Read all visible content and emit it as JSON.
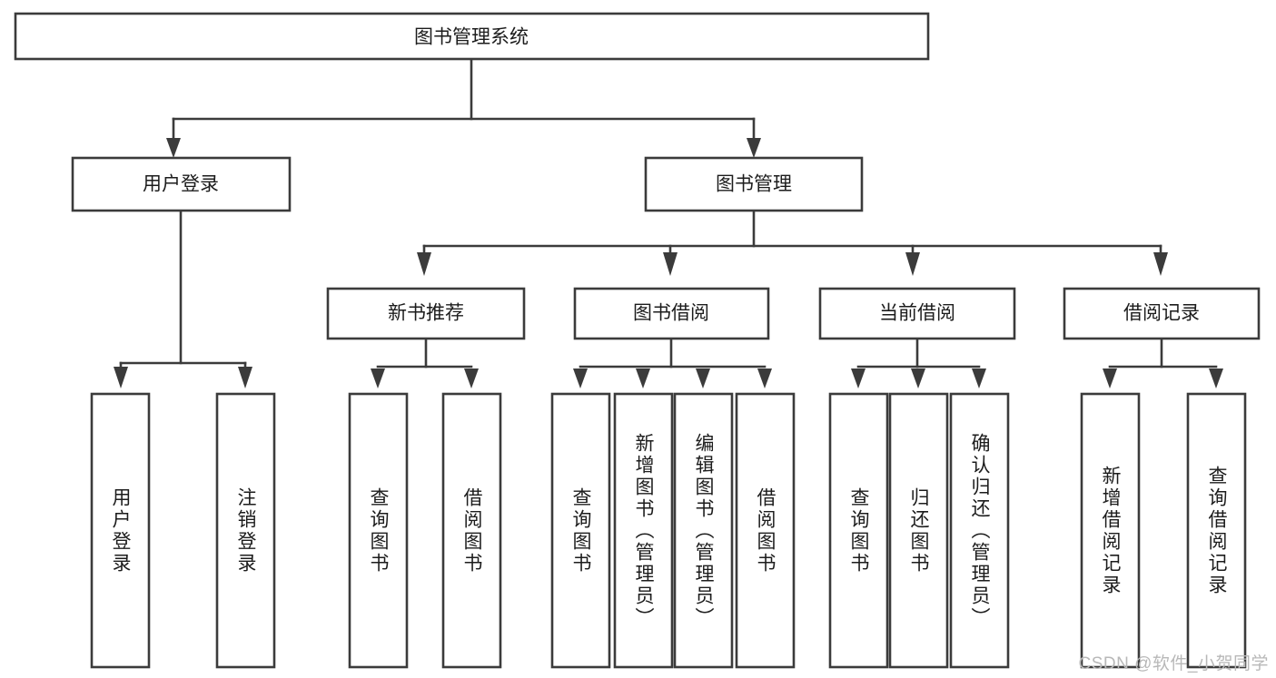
{
  "diagram": {
    "title": "图书管理系统",
    "type": "tree-hierarchy",
    "colors": {
      "background": "#ffffff",
      "box_stroke": "#3b3b3b",
      "box_fill": "#ffffff",
      "text": "#1c1c1c",
      "watermark": "#b8b8b8"
    },
    "root": {
      "label": "图书管理系统"
    },
    "level2": [
      {
        "label": "用户登录"
      },
      {
        "label": "图书管理"
      }
    ],
    "level3": [
      {
        "label": "新书推荐"
      },
      {
        "label": "图书借阅"
      },
      {
        "label": "当前借阅"
      },
      {
        "label": "借阅记录"
      }
    ],
    "leaves": {
      "user_login": [
        {
          "label": "用户登录"
        },
        {
          "label": "注销登录"
        }
      ],
      "new_book": [
        {
          "label": "查询图书"
        },
        {
          "label": "借阅图书"
        }
      ],
      "book_borrow": [
        {
          "label": "查询图书"
        },
        {
          "label": "新增图书（管理员）"
        },
        {
          "label": "编辑图书（管理员）"
        },
        {
          "label": "借阅图书"
        }
      ],
      "current_borrow": [
        {
          "label": "查询图书"
        },
        {
          "label": "归还图书"
        },
        {
          "label": "确认归还（管理员）"
        }
      ],
      "borrow_record": [
        {
          "label": "新增借阅记录"
        },
        {
          "label": "查询借阅记录"
        }
      ]
    }
  },
  "watermark": {
    "text": "CSDN @软件_小贺同学"
  }
}
